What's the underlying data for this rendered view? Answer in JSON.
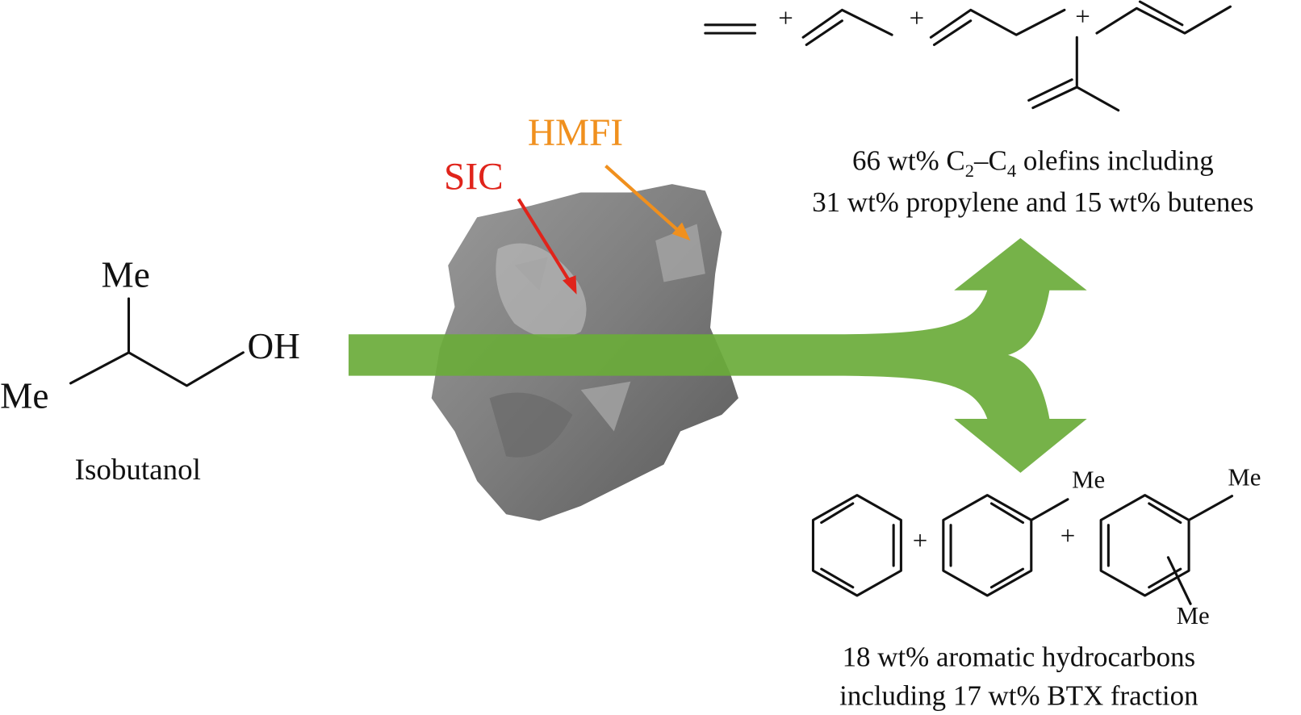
{
  "reactant": {
    "me_top": "Me",
    "me_left": "Me",
    "oh": "OH",
    "name": "Isobutanol"
  },
  "catalyst": {
    "sic_label": "SIC",
    "hmfi_label": "HMFI",
    "sic_color": "#e0241b",
    "hmfi_color": "#f0901e"
  },
  "arrow_color": "#6aab3a",
  "olefins": {
    "plus": "+",
    "line1_a": "66 wt% C",
    "line1_sub1": "2",
    "line1_b": "–C",
    "line1_sub2": "4",
    "line1_c": " olefins including",
    "line2": "31 wt% propylene and 15 wt% butenes"
  },
  "aromatics": {
    "plus": "+",
    "me_toluene": "Me",
    "me_xylene_top": "Me",
    "me_xylene_bottom": "Me",
    "line1": "18 wt% aromatic hydrocarbons",
    "line2": "including 17 wt% BTX fraction"
  }
}
